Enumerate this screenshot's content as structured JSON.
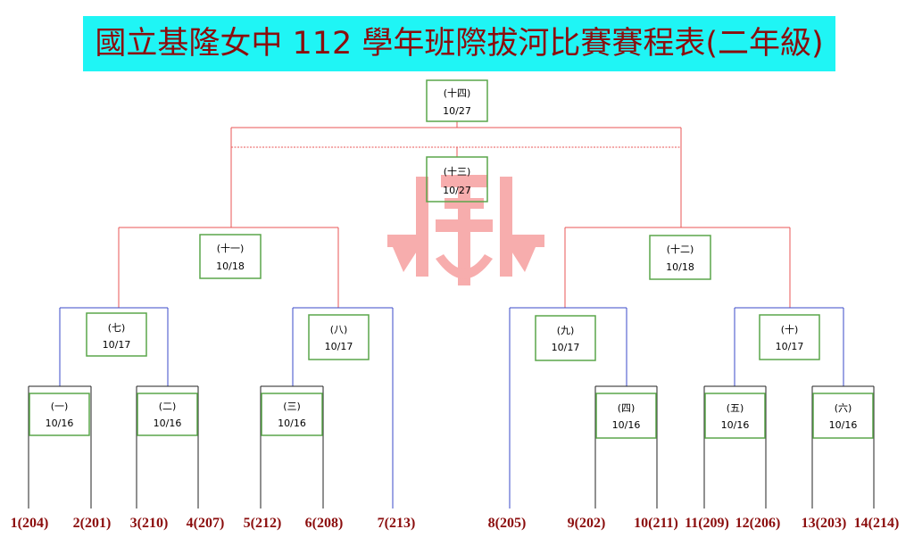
{
  "title": "國立基隆女中 112 學年班際拔河比賽賽程表(二年級)",
  "colors": {
    "title_background": "#1ff5f5",
    "title_text": "#8b0d0d",
    "top_lines": "#e85555",
    "quarter_lines": "#3a48c8",
    "first_round_lines": "#222222",
    "match_box_border": "#5aa64a",
    "team_labels": "#8b0d0d",
    "watermark": "#f26b6b"
  },
  "watermark_icon": "school-emblem-icon",
  "matches": [
    {
      "label": "(一)",
      "date": "10/16"
    },
    {
      "label": "(二)",
      "date": "10/16"
    },
    {
      "label": "(三)",
      "date": "10/16"
    },
    {
      "label": "(四)",
      "date": "10/16"
    },
    {
      "label": "(五)",
      "date": "10/16"
    },
    {
      "label": "(六)",
      "date": "10/16"
    },
    {
      "label": "(七)",
      "date": "10/17"
    },
    {
      "label": "(八)",
      "date": "10/17"
    },
    {
      "label": "(九)",
      "date": "10/17"
    },
    {
      "label": "(十)",
      "date": "10/17"
    },
    {
      "label": "(十一)",
      "date": "10/18"
    },
    {
      "label": "(十二)",
      "date": "10/18"
    },
    {
      "label": "(十三)",
      "date": "10/27"
    },
    {
      "label": "(十四)",
      "date": "10/27"
    }
  ],
  "teams": [
    "1(204)",
    "2(201)",
    "3(210)",
    "4(207)",
    "5(212)",
    "6(208)",
    "7(213)",
    "8(205)",
    "9(202)",
    "10(211)",
    "11(209)",
    "12(206)",
    "13(203)",
    "14(214)"
  ]
}
